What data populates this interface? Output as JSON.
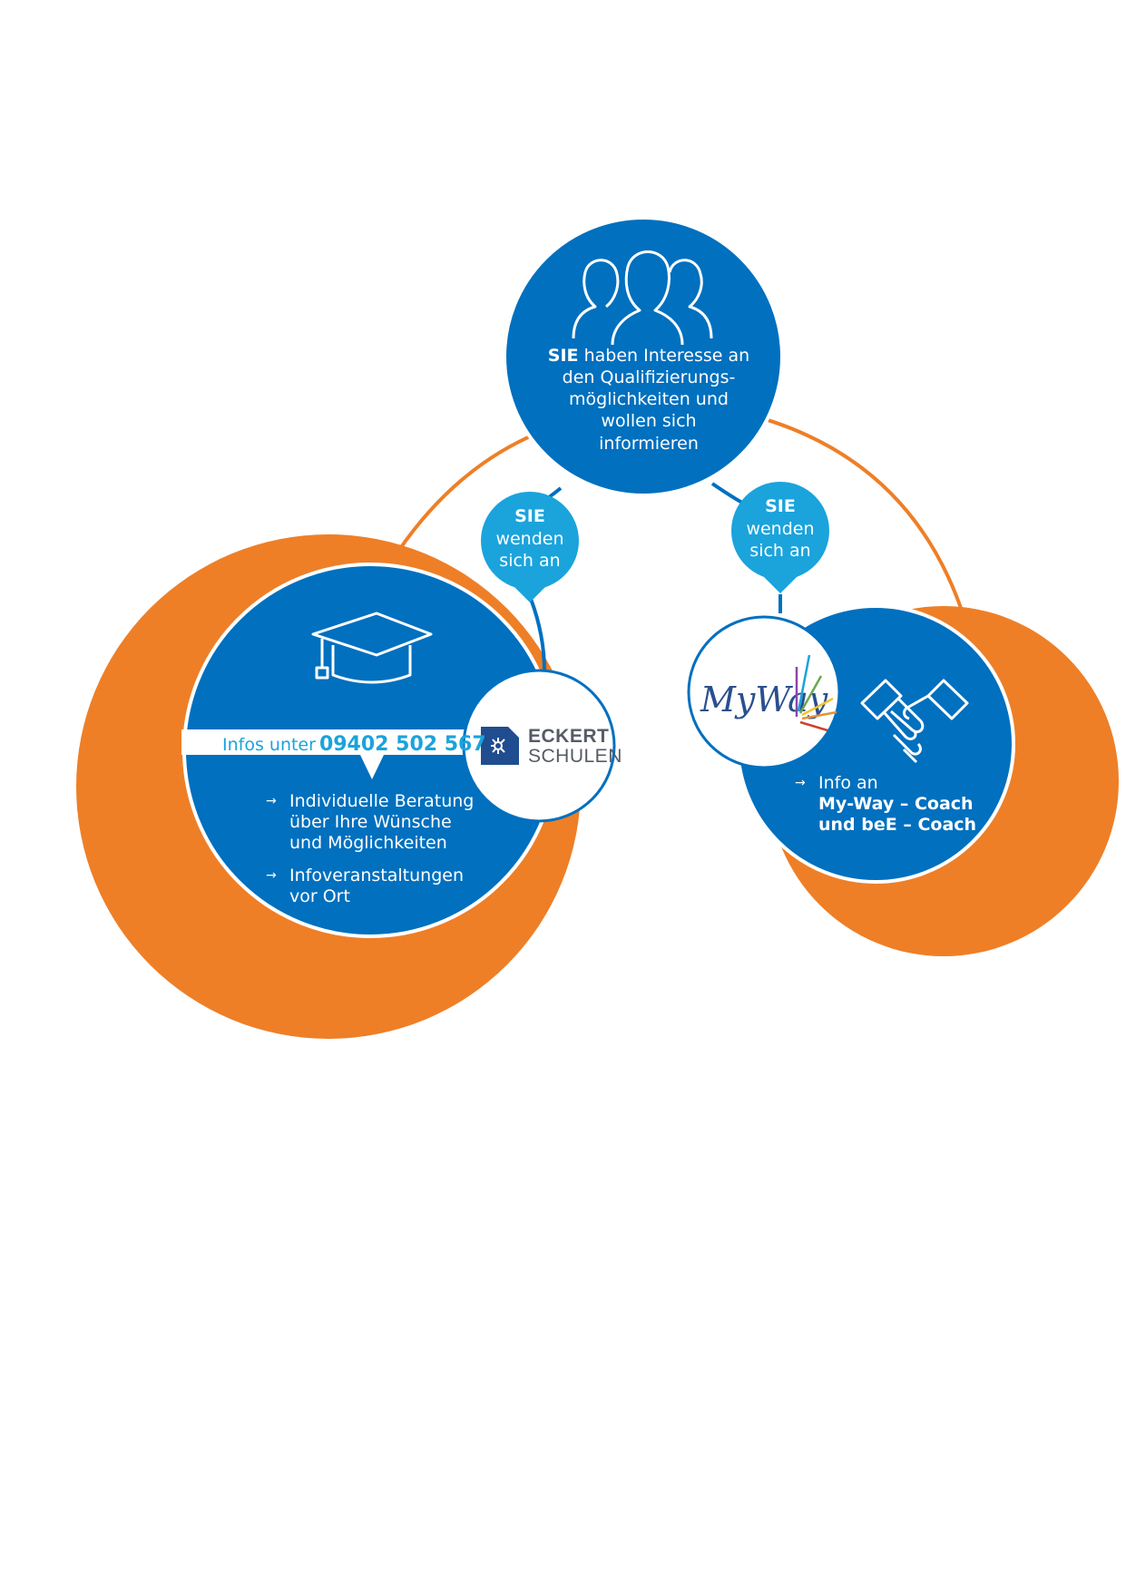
{
  "colors": {
    "blue": "#0070bf",
    "light_blue": "#1ba3dc",
    "orange": "#ee7f27",
    "white": "#ffffff",
    "logo_grey": "#555b66",
    "logo_blue": "#1f4d8f"
  },
  "top_circle": {
    "icon": "people-group-icon",
    "text_strong": "SIE",
    "text_lines": [
      "haben Interesse an",
      "den Qualifizierungs-",
      "möglichkeiten und",
      "wollen sich",
      "informieren"
    ]
  },
  "left_bubble": {
    "line1": "SIE",
    "line2": "wenden",
    "line3": "sich an"
  },
  "right_bubble": {
    "line1": "SIE",
    "line2": "wenden",
    "line3": "sich an"
  },
  "left_circle": {
    "icon": "graduation-cap-icon",
    "band_label": "Infos unter",
    "band_phone": "09402 502 567",
    "items": [
      {
        "arrow": "→",
        "lines": [
          "Individuelle Beratung",
          "über Ihre  Wünsche",
          "und Möglichkeiten"
        ]
      },
      {
        "arrow": "→",
        "lines": [
          "Infoveranstaltungen",
          "vor Ort"
        ]
      }
    ]
  },
  "eckert_logo": {
    "line1": "ECKERT",
    "line2": "SCHULEN"
  },
  "myway_logo": {
    "text": "MyWay"
  },
  "right_circle": {
    "icon": "handshake-icon",
    "arrow": "→",
    "line1": "Info an",
    "line2": "My-Way – Coach",
    "line3": "und beE – Coach"
  }
}
